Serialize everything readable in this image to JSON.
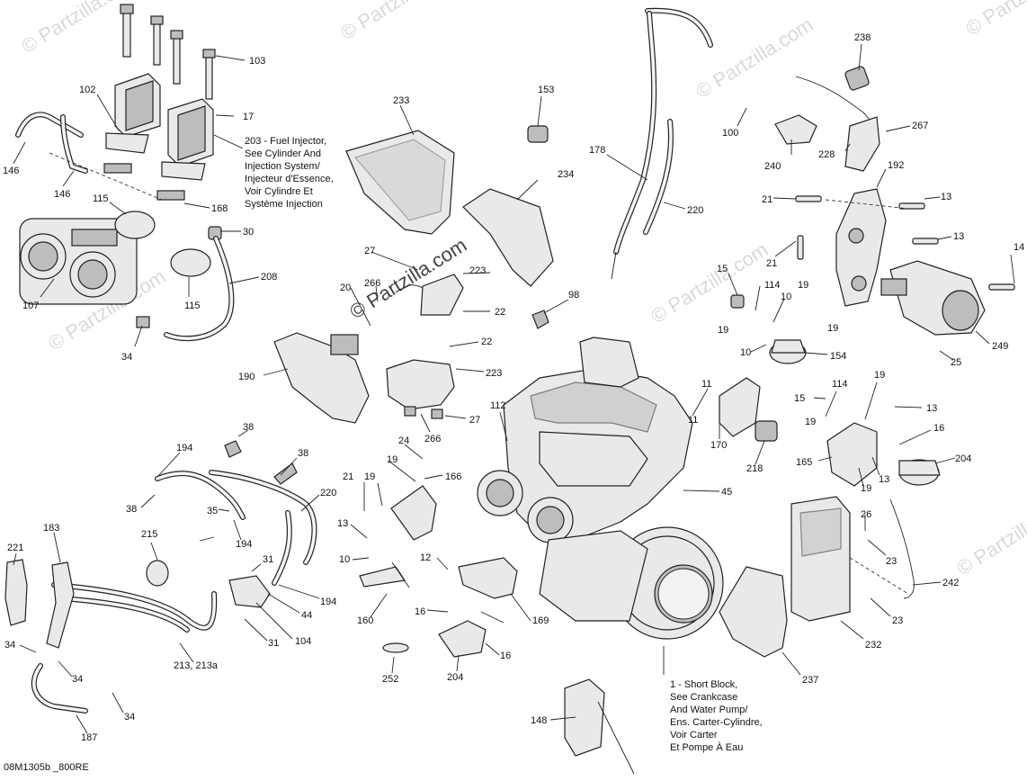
{
  "diagram": {
    "drawing_code": "08M1305b _800RE",
    "watermark": "© Partzilla.com",
    "callouts": [
      "103",
      "102",
      "17",
      "146",
      "146",
      "168",
      "115",
      "30",
      "107",
      "115",
      "208",
      "34",
      "233",
      "153",
      "178",
      "220",
      "234",
      "238",
      "100",
      "240",
      "228",
      "267",
      "192",
      "21",
      "13",
      "21",
      "13",
      "14",
      "27",
      "223",
      "20",
      "266",
      "22",
      "98",
      "15",
      "114",
      "10",
      "19",
      "19",
      "22",
      "190",
      "223",
      "27",
      "266",
      "112",
      "24",
      "19",
      "166",
      "21",
      "19",
      "13",
      "12",
      "10",
      "169",
      "16",
      "160",
      "252",
      "204",
      "16",
      "170",
      "218",
      "11",
      "11",
      "15",
      "114",
      "19",
      "19",
      "13",
      "16",
      "165",
      "13",
      "19",
      "204",
      "154",
      "10",
      "25",
      "249",
      "19",
      "45",
      "26",
      "23",
      "23",
      "232",
      "237",
      "242",
      "38",
      "194",
      "38",
      "220",
      "35",
      "38",
      "194",
      "215",
      "183",
      "221",
      "31",
      "194",
      "44",
      "31",
      "104",
      "213, 213a",
      "34",
      "34",
      "34",
      "187",
      "148"
    ],
    "notes": {
      "fuel_injector": [
        "203 - Fuel Injector,",
        "See Cylinder And",
        "Injection System/",
        "Injecteur d'Essence,",
        "Voir Cylindre Et",
        "Système Injection"
      ],
      "short_block": [
        "1 - Short Block,",
        "See Crankcase",
        "And Water Pump/",
        "Ens. Carter-Cylindre,",
        "Voir Carter",
        "Et Pompe À Eau"
      ]
    }
  }
}
